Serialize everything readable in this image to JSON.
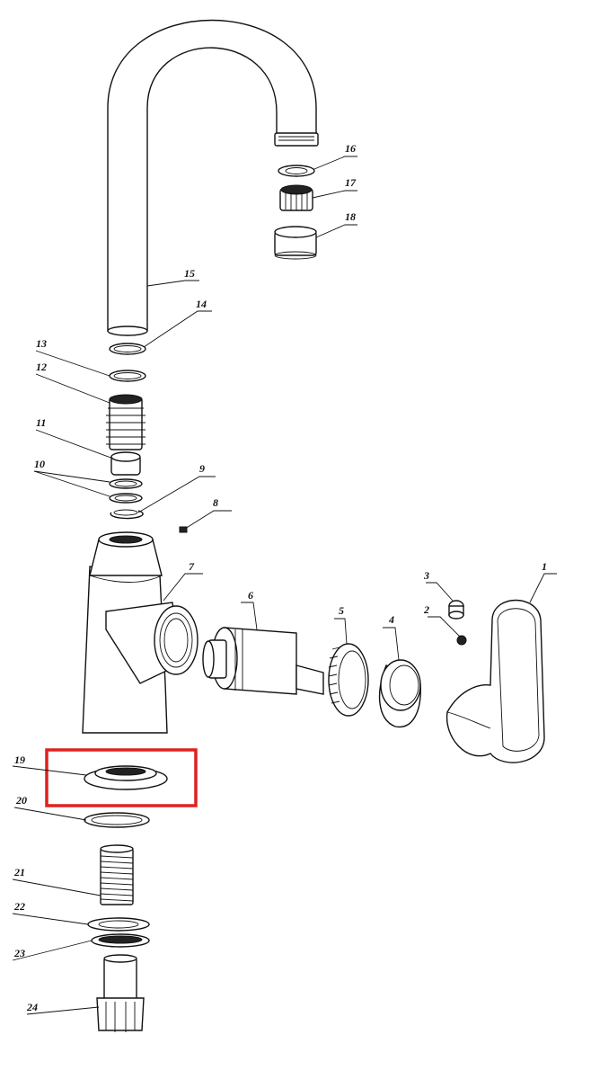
{
  "diagram": {
    "labels": [
      {
        "id": "1",
        "text": "1"
      },
      {
        "id": "2",
        "text": "2"
      },
      {
        "id": "3",
        "text": "3"
      },
      {
        "id": "4",
        "text": "4"
      },
      {
        "id": "5",
        "text": "5"
      },
      {
        "id": "6",
        "text": "6"
      },
      {
        "id": "7",
        "text": "7"
      },
      {
        "id": "8",
        "text": "8"
      },
      {
        "id": "9",
        "text": "9"
      },
      {
        "id": "10",
        "text": "10"
      },
      {
        "id": "11",
        "text": "11"
      },
      {
        "id": "12",
        "text": "12"
      },
      {
        "id": "13",
        "text": "13"
      },
      {
        "id": "14",
        "text": "14"
      },
      {
        "id": "15",
        "text": "15"
      },
      {
        "id": "16",
        "text": "16"
      },
      {
        "id": "17",
        "text": "17"
      },
      {
        "id": "18",
        "text": "18"
      },
      {
        "id": "19",
        "text": "19"
      },
      {
        "id": "20",
        "text": "20"
      },
      {
        "id": "21",
        "text": "21"
      },
      {
        "id": "22",
        "text": "22"
      },
      {
        "id": "23",
        "text": "23"
      },
      {
        "id": "24",
        "text": "24"
      }
    ],
    "highlight": {
      "target": "19",
      "color": "#e02020"
    }
  }
}
